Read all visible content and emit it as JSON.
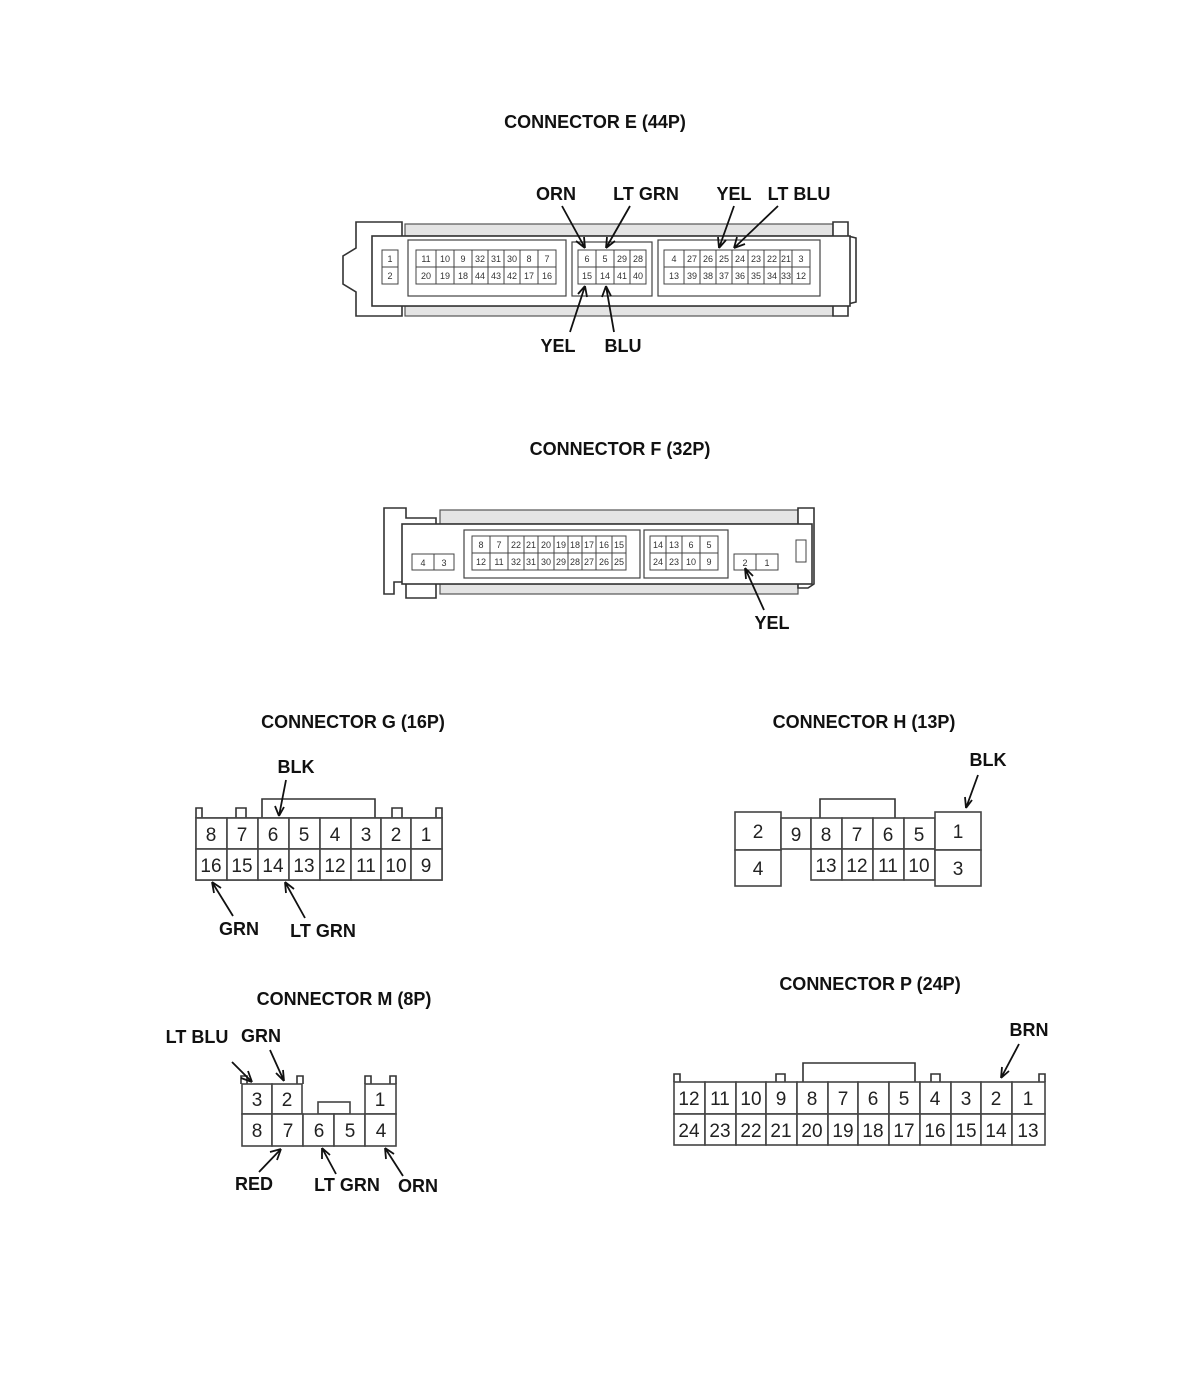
{
  "connectors": {
    "E": {
      "title": "CONNECTOR E (44P)",
      "block1": {
        "top": [
          "1"
        ],
        "bottom": [
          "2"
        ]
      },
      "block2": {
        "top": [
          "11",
          "10",
          "9",
          "32",
          "31",
          "30",
          "8",
          "7"
        ],
        "bottom": [
          "20",
          "19",
          "18",
          "44",
          "43",
          "42",
          "17",
          "16"
        ]
      },
      "block3": {
        "top": [
          "6",
          "5",
          "29",
          "28"
        ],
        "bottom": [
          "15",
          "14",
          "41",
          "40"
        ]
      },
      "block4": {
        "top": [
          "4",
          "27",
          "26",
          "25",
          "24",
          "23",
          "22",
          "21",
          "3"
        ],
        "bottom": [
          "13",
          "39",
          "38",
          "37",
          "36",
          "35",
          "34",
          "33",
          "12"
        ]
      },
      "wires": [
        {
          "color": "ORN",
          "pin": "6"
        },
        {
          "color": "LT GRN",
          "pin": "5"
        },
        {
          "color": "YEL",
          "pin": "25"
        },
        {
          "color": "LT BLU",
          "pin": "24"
        },
        {
          "color": "YEL",
          "pin": "15"
        },
        {
          "color": "BLU",
          "pin": "14"
        }
      ]
    },
    "F": {
      "title": "CONNECTOR F (32P)",
      "block1": {
        "row": [
          "4",
          "3"
        ]
      },
      "block2": {
        "top": [
          "8",
          "7",
          "22",
          "21",
          "20",
          "19",
          "18",
          "17",
          "16",
          "15"
        ],
        "bottom": [
          "12",
          "11",
          "32",
          "31",
          "30",
          "29",
          "28",
          "27",
          "26",
          "25"
        ]
      },
      "block3": {
        "top": [
          "14",
          "13",
          "6",
          "5"
        ],
        "bottom": [
          "24",
          "23",
          "10",
          "9"
        ]
      },
      "block4": {
        "row": [
          "2",
          "1"
        ]
      },
      "wires": [
        {
          "color": "YEL",
          "pin": "2"
        }
      ]
    },
    "G": {
      "title": "CONNECTOR G (16P)",
      "top": [
        "8",
        "7",
        "6",
        "5",
        "4",
        "3",
        "2",
        "1"
      ],
      "bottom": [
        "16",
        "15",
        "14",
        "13",
        "12",
        "11",
        "10",
        "9"
      ],
      "wires": [
        {
          "color": "BLK",
          "pin": "6"
        },
        {
          "color": "GRN",
          "pin": "16"
        },
        {
          "color": "LT GRN",
          "pin": "14"
        }
      ]
    },
    "H": {
      "title": "CONNECTOR H (13P)",
      "left": [
        "2",
        "4"
      ],
      "single": "9",
      "top": [
        "8",
        "7",
        "6",
        "5"
      ],
      "bottom": [
        "13",
        "12",
        "11",
        "10"
      ],
      "right": [
        "1",
        "3"
      ],
      "wires": [
        {
          "color": "BLK",
          "pin": "1"
        }
      ]
    },
    "M": {
      "title": "CONNECTOR M (8P)",
      "top_left": [
        "3",
        "2"
      ],
      "top_right": [
        "1"
      ],
      "bottom": [
        "8",
        "7",
        "6",
        "5",
        "4"
      ],
      "wires": [
        {
          "color": "LT BLU",
          "pin": "3"
        },
        {
          "color": "GRN",
          "pin": "2"
        },
        {
          "color": "RED",
          "pin": "7"
        },
        {
          "color": "LT GRN",
          "pin": "6"
        },
        {
          "color": "ORN",
          "pin": "4"
        }
      ]
    },
    "P": {
      "title": "CONNECTOR P (24P)",
      "top": [
        "12",
        "11",
        "10",
        "9",
        "8",
        "7",
        "6",
        "5",
        "4",
        "3",
        "2",
        "1"
      ],
      "bottom": [
        "24",
        "23",
        "22",
        "21",
        "20",
        "19",
        "18",
        "17",
        "16",
        "15",
        "14",
        "13"
      ],
      "wires": [
        {
          "color": "BRN",
          "pin": "2"
        }
      ]
    }
  }
}
